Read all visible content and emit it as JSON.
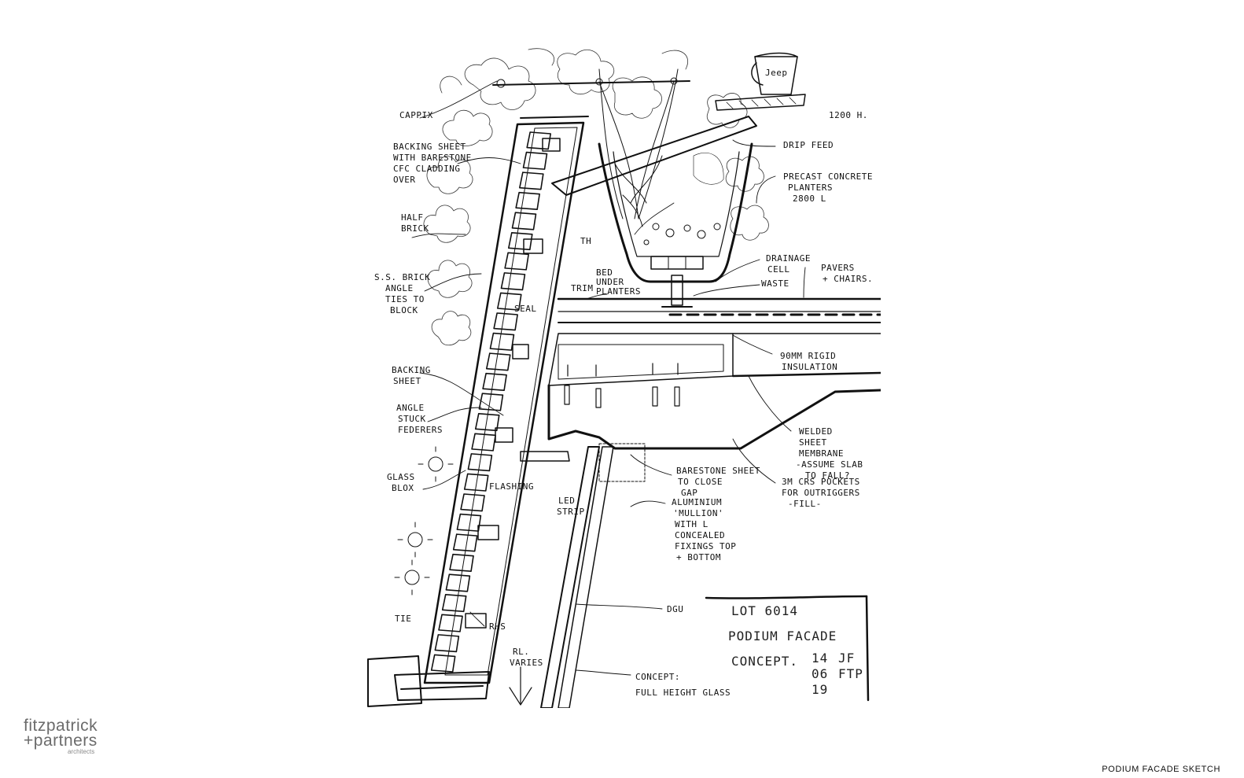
{
  "brand": {
    "line1": "fitzpatrick",
    "line2": "+partners",
    "line3": "architects"
  },
  "sheet_title": "PODIUM FACADE SKETCH",
  "labels": {
    "cappix": "CAPPIX",
    "backing_sheet_1": "BACKING SHEET",
    "backing_sheet_2": "WITH BARESTONE",
    "backing_sheet_3": "CFC CLADDING",
    "backing_sheet_4": "OVER",
    "half_brick_1": "HALF",
    "half_brick_2": "BRICK",
    "ss_brick_1": "S.S. BRICK",
    "ss_brick_2": "ANGLE",
    "ss_brick_3": "TIES TO",
    "ss_brick_4": "BLOCK",
    "backing_1": "BACKING",
    "backing_2": "SHEET",
    "angle_1": "ANGLE",
    "angle_2": "STUCK",
    "angle_3": "FEDERERS",
    "glass_1": "GLASS",
    "glass_2": "BLOX",
    "tie": "TIE",
    "jeep": "Jeep",
    "h1200": "1200 H.",
    "drip_feed": "DRIP FEED",
    "precast_1": "PRECAST CONCRETE",
    "precast_2": "PLANTERS",
    "precast_3": "2800 L",
    "drainage_1": "DRAINAGE",
    "drainage_2": "CELL",
    "pavers_1": "PAVERS",
    "pavers_2": "+ CHAIRS.",
    "waste": "WASTE",
    "trim": "TRIM",
    "bed_1": "BED",
    "bed_2": "UNDER",
    "bed_3": "PLANTERS",
    "th": "TH",
    "seal": "SEAL",
    "rigid_1": "90MM RIGID",
    "rigid_2": "INSULATION",
    "welded_1": "WELDED",
    "welded_2": "SHEET",
    "welded_3": "MEMBRANE",
    "welded_4": "-ASSUME SLAB",
    "welded_5": "TO FALL?",
    "pockets_1": "3M CRS POCKETS",
    "pockets_2": "FOR OUTRIGGERS",
    "pockets_3": "-FILL-",
    "barestone_1": "BARESTONE SHEET",
    "barestone_2": "TO CLOSE",
    "barestone_3": "GAP",
    "flashing": "FLASHING",
    "led_1": "LED",
    "led_2": "STRIP",
    "alu_1": "ALUMINIUM",
    "alu_2": "'MULLION'",
    "alu_3": "WITH L",
    "alu_4": "CONCEALED",
    "alu_5": "FIXINGS TOP",
    "alu_6": "+ BOTTOM",
    "dgu": "DGU",
    "rhs": "RHS",
    "rl_1": "RL.",
    "rl_2": "VARIES",
    "concept_1": "CONCEPT:",
    "concept_2": "FULL HEIGHT GLASS",
    "stamp_1": "LOT 6014",
    "stamp_2": "PODIUM FACADE",
    "stamp_3": "CONCEPT.",
    "stamp_4": "14",
    "stamp_5": "06",
    "stamp_6": "19",
    "stamp_7": "JF",
    "stamp_8": "FTP"
  }
}
